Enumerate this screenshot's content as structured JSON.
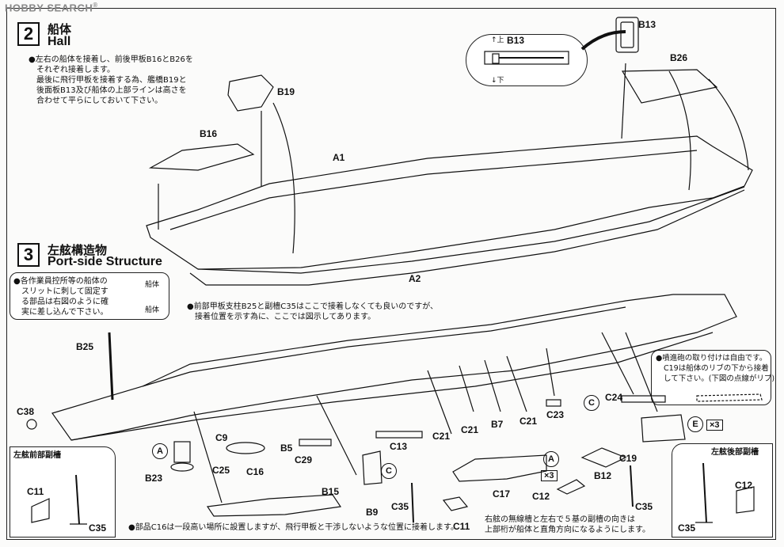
{
  "watermark": {
    "brand": "HOBBY SEARCH",
    "mark": "®"
  },
  "steps": [
    {
      "num": "2",
      "jp": "船体",
      "en": "Hall"
    },
    {
      "num": "3",
      "jp": "左舷構造物",
      "en": "Port-side Structure"
    }
  ],
  "notes": {
    "hull": [
      "●左右の船体を接着し、前後甲板B16とB26を",
      "それぞれ接着します。",
      "最後に飛行甲板を接着する為、艦橋B19と",
      "後面板B13及び船体の上部ラインは高さを",
      "合わせて平らにしておいて下さい。"
    ],
    "slit": [
      "●各作業員控所等の船体の",
      "スリットに刺して固定す",
      "る部品は右図のように確",
      "実に差し込んで下さい。"
    ],
    "slit_legend": [
      "船体",
      "船体"
    ],
    "forward": [
      "●前部甲板支柱B25と副檣C35はここで接着しなくても良いのですが、",
      "接着位置を示す為に、ここでは図示してあります。"
    ],
    "searchlight": [
      "●噴進砲の取り付けは自由です。",
      "C19は船体のリブの下から接着",
      "して下さい。(下図の点線がリブ)"
    ],
    "bottom_left": "●部品C16は一段高い場所に設置しますが、飛行甲板と干渉しないような位置に接着します。",
    "bottom_right": [
      "右舷の無線檣と左右で５基の副檣の向きは",
      "上部桁が船体と直角方向になるようにします。"
    ]
  },
  "b13_box": {
    "title": "B13",
    "up": "↑上",
    "down": "↓下"
  },
  "insets": {
    "left_title": "左舷前部副檣",
    "right_title": "左舷後部副檣"
  },
  "markers": [
    "A",
    "C",
    "E",
    "C",
    "A"
  ],
  "multipliers": [
    "×3",
    "×3"
  ],
  "labels": {
    "B13a": "B13",
    "B26": "B26",
    "B19": "B19",
    "B16": "B16",
    "A1": "A1",
    "A2": "A2",
    "B25": "B25",
    "C38": "C38",
    "C9": "C9",
    "B5": "B5",
    "C29": "C29",
    "C13": "C13",
    "C21a": "C21",
    "C21b": "C21",
    "C21c": "C21",
    "B7": "B7",
    "C23": "C23",
    "C24": "C24",
    "C19": "C19",
    "B23": "B23",
    "C25": "C25",
    "C16": "C16",
    "B15": "B15",
    "B9": "B9",
    "C35a": "C35",
    "C11a": "C11",
    "C17": "C17",
    "C12a": "C12",
    "B12": "B12",
    "C35b": "C35",
    "C11b": "C11",
    "C35c": "C35",
    "C12b": "C12",
    "C35d": "C35"
  }
}
